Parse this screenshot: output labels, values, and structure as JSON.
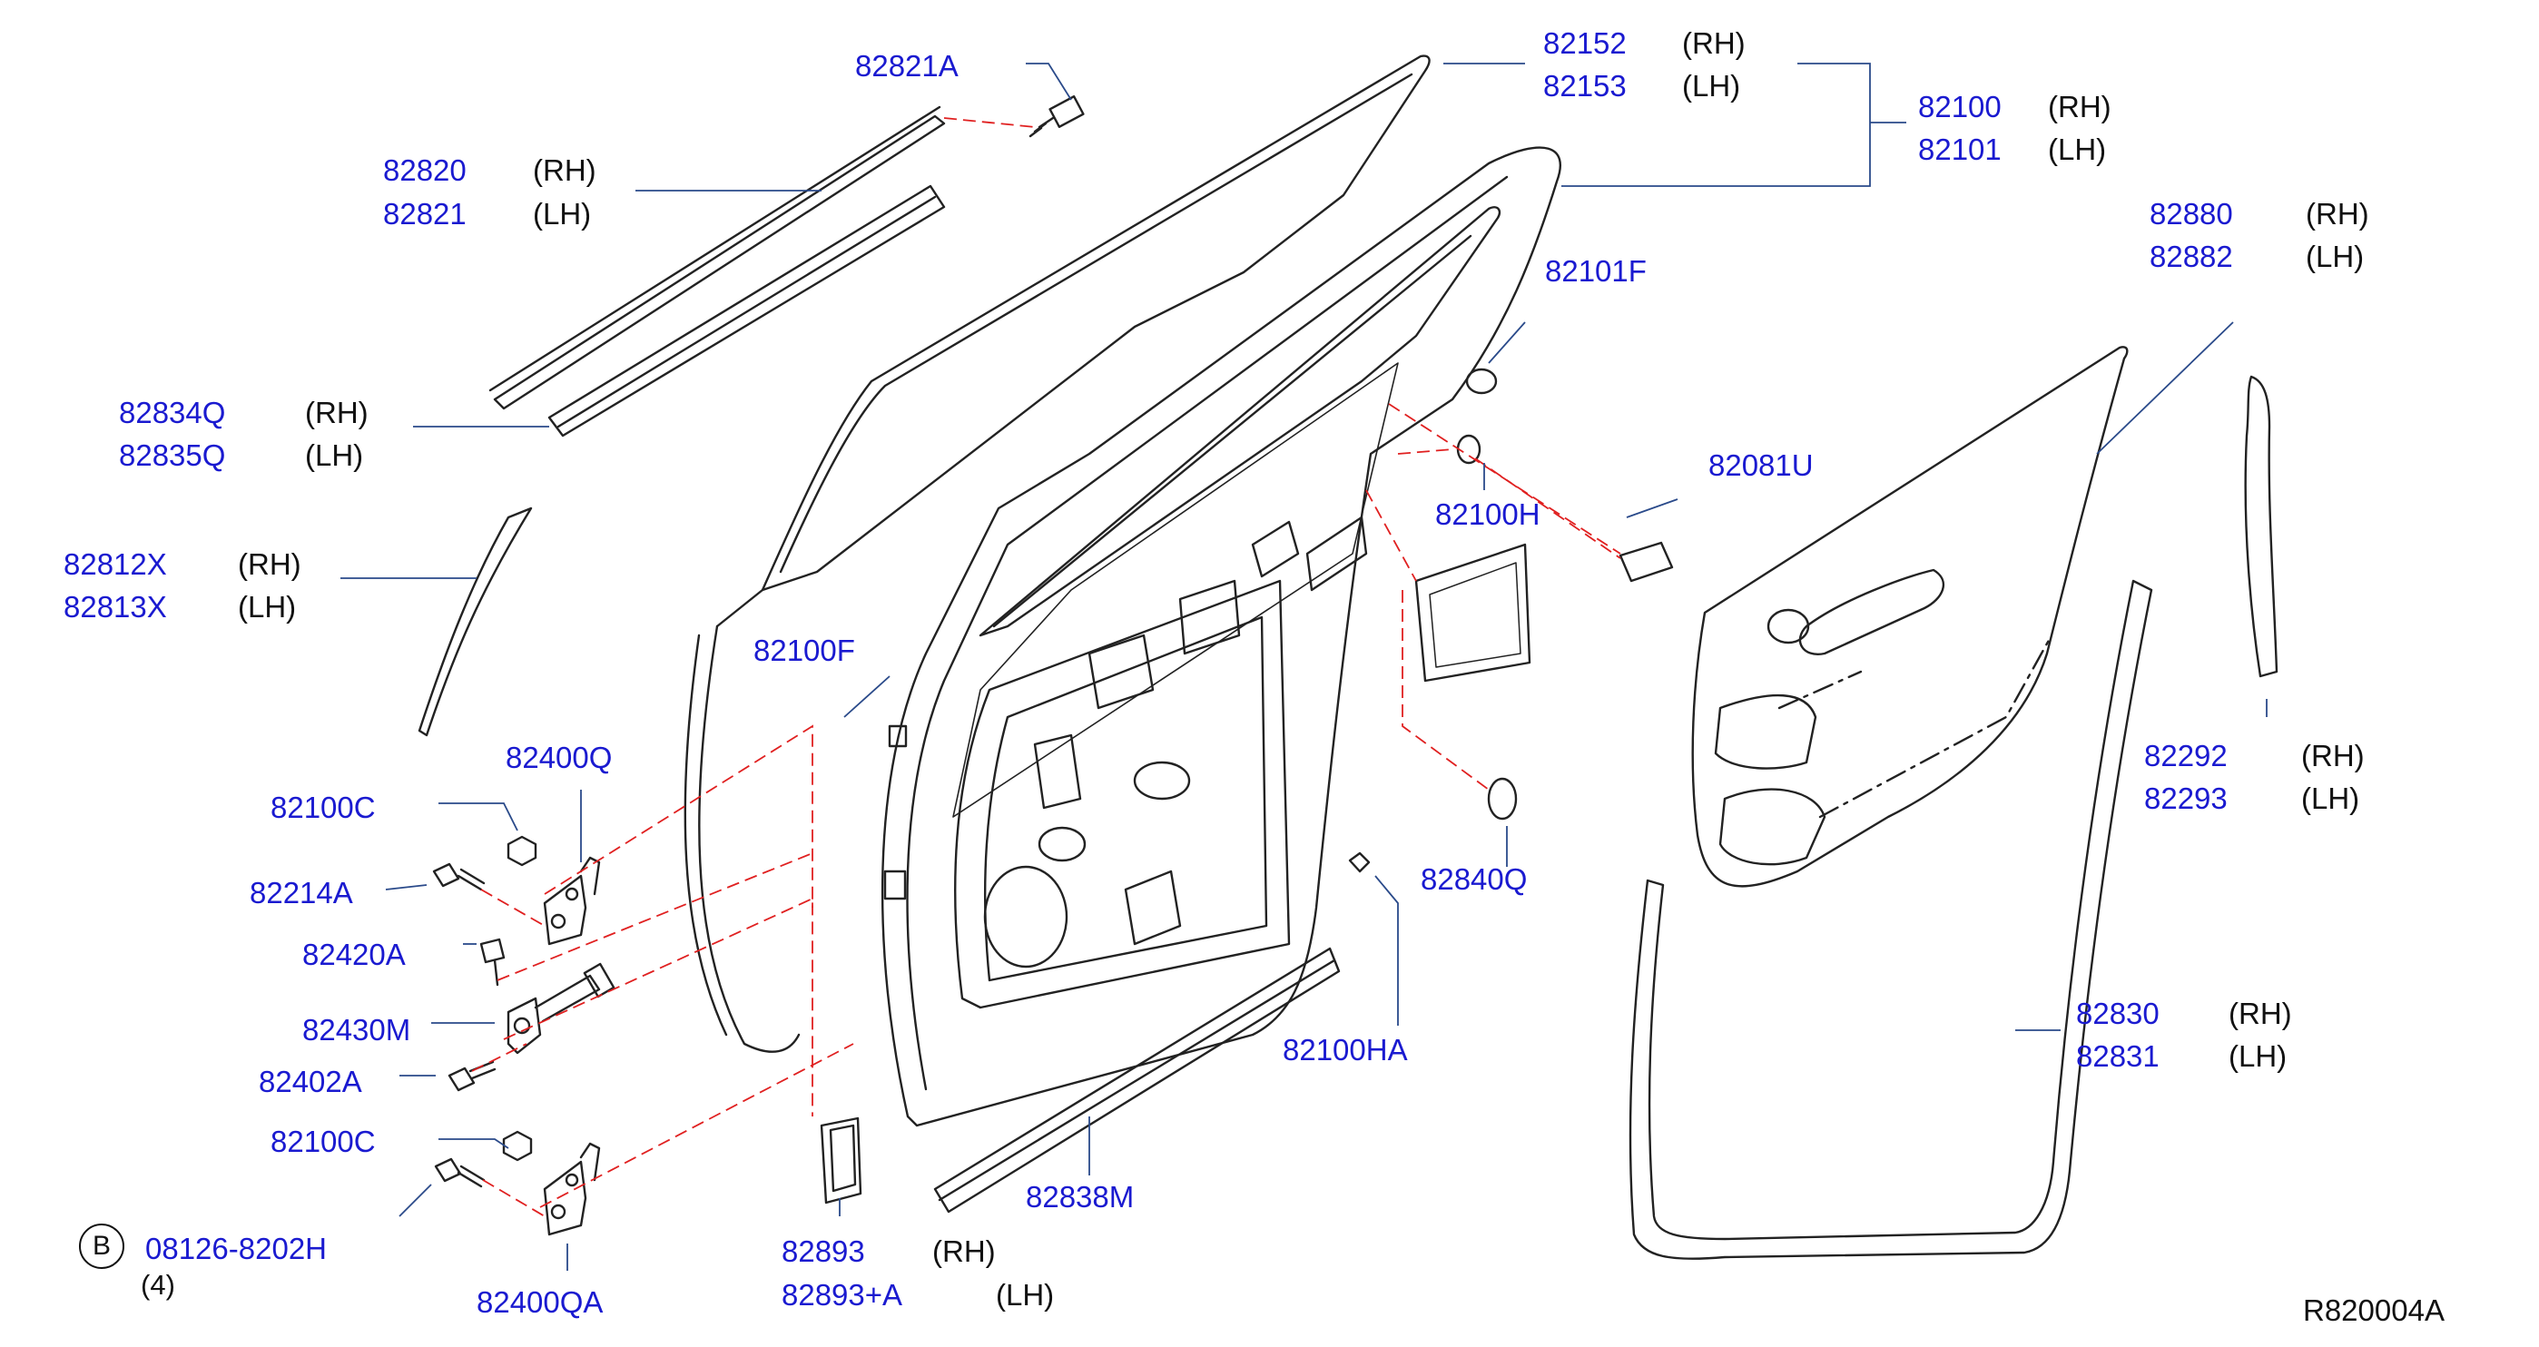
{
  "colors": {
    "part_number": "#1a1ad0",
    "text": "#111111",
    "outline": "#222222",
    "leader": "#2a4a8a",
    "dashed_leader": "#e02020"
  },
  "labels": [
    {
      "id": "p82821A",
      "part": "82821A",
      "side": ""
    },
    {
      "id": "p82152",
      "part": "82152",
      "side": "(RH)"
    },
    {
      "id": "p82153",
      "part": "82153",
      "side": "(LH)"
    },
    {
      "id": "p82100",
      "part": "82100",
      "side": "(RH)"
    },
    {
      "id": "p82101",
      "part": "82101",
      "side": "(LH)"
    },
    {
      "id": "p82820",
      "part": "82820",
      "side": "(RH)"
    },
    {
      "id": "p82821",
      "part": "82821",
      "side": "(LH)"
    },
    {
      "id": "p82880",
      "part": "82880",
      "side": "(RH)"
    },
    {
      "id": "p82882",
      "part": "82882",
      "side": "(LH)"
    },
    {
      "id": "p82101F",
      "part": "82101F",
      "side": ""
    },
    {
      "id": "p82834Q",
      "part": "82834Q",
      "side": "(RH)"
    },
    {
      "id": "p82835Q",
      "part": "82835Q",
      "side": "(LH)"
    },
    {
      "id": "p82081U",
      "part": "82081U",
      "side": ""
    },
    {
      "id": "p82100H",
      "part": "82100H",
      "side": ""
    },
    {
      "id": "p82812X",
      "part": "82812X",
      "side": "(RH)"
    },
    {
      "id": "p82813X",
      "part": "82813X",
      "side": "(LH)"
    },
    {
      "id": "p82100F",
      "part": "82100F",
      "side": ""
    },
    {
      "id": "p82292",
      "part": "82292",
      "side": "(RH)"
    },
    {
      "id": "p82293",
      "part": "82293",
      "side": "(LH)"
    },
    {
      "id": "p82400Q",
      "part": "82400Q",
      "side": ""
    },
    {
      "id": "p82100C_a",
      "part": "82100C",
      "side": ""
    },
    {
      "id": "p82840Q",
      "part": "82840Q",
      "side": ""
    },
    {
      "id": "p82214A",
      "part": "82214A",
      "side": ""
    },
    {
      "id": "p82420A",
      "part": "82420A",
      "side": ""
    },
    {
      "id": "p82830",
      "part": "82830",
      "side": "(RH)"
    },
    {
      "id": "p82831",
      "part": "82831",
      "side": "(LH)"
    },
    {
      "id": "p82430M",
      "part": "82430M",
      "side": ""
    },
    {
      "id": "p82100HA",
      "part": "82100HA",
      "side": ""
    },
    {
      "id": "p82402A",
      "part": "82402A",
      "side": ""
    },
    {
      "id": "p82100C_b",
      "part": "82100C",
      "side": ""
    },
    {
      "id": "p82838M",
      "part": "82838M",
      "side": ""
    },
    {
      "id": "p08126",
      "part": "08126-8202H",
      "side": ""
    },
    {
      "id": "p82893",
      "part": "82893",
      "side": "(RH)"
    },
    {
      "id": "p82893A",
      "part": "82893+A",
      "side": "(LH)"
    },
    {
      "id": "p82400QA",
      "part": "82400QA",
      "side": ""
    }
  ],
  "bolt_marker": {
    "letter": "B",
    "quantity": "(4)"
  },
  "reference_code": "R820004A"
}
